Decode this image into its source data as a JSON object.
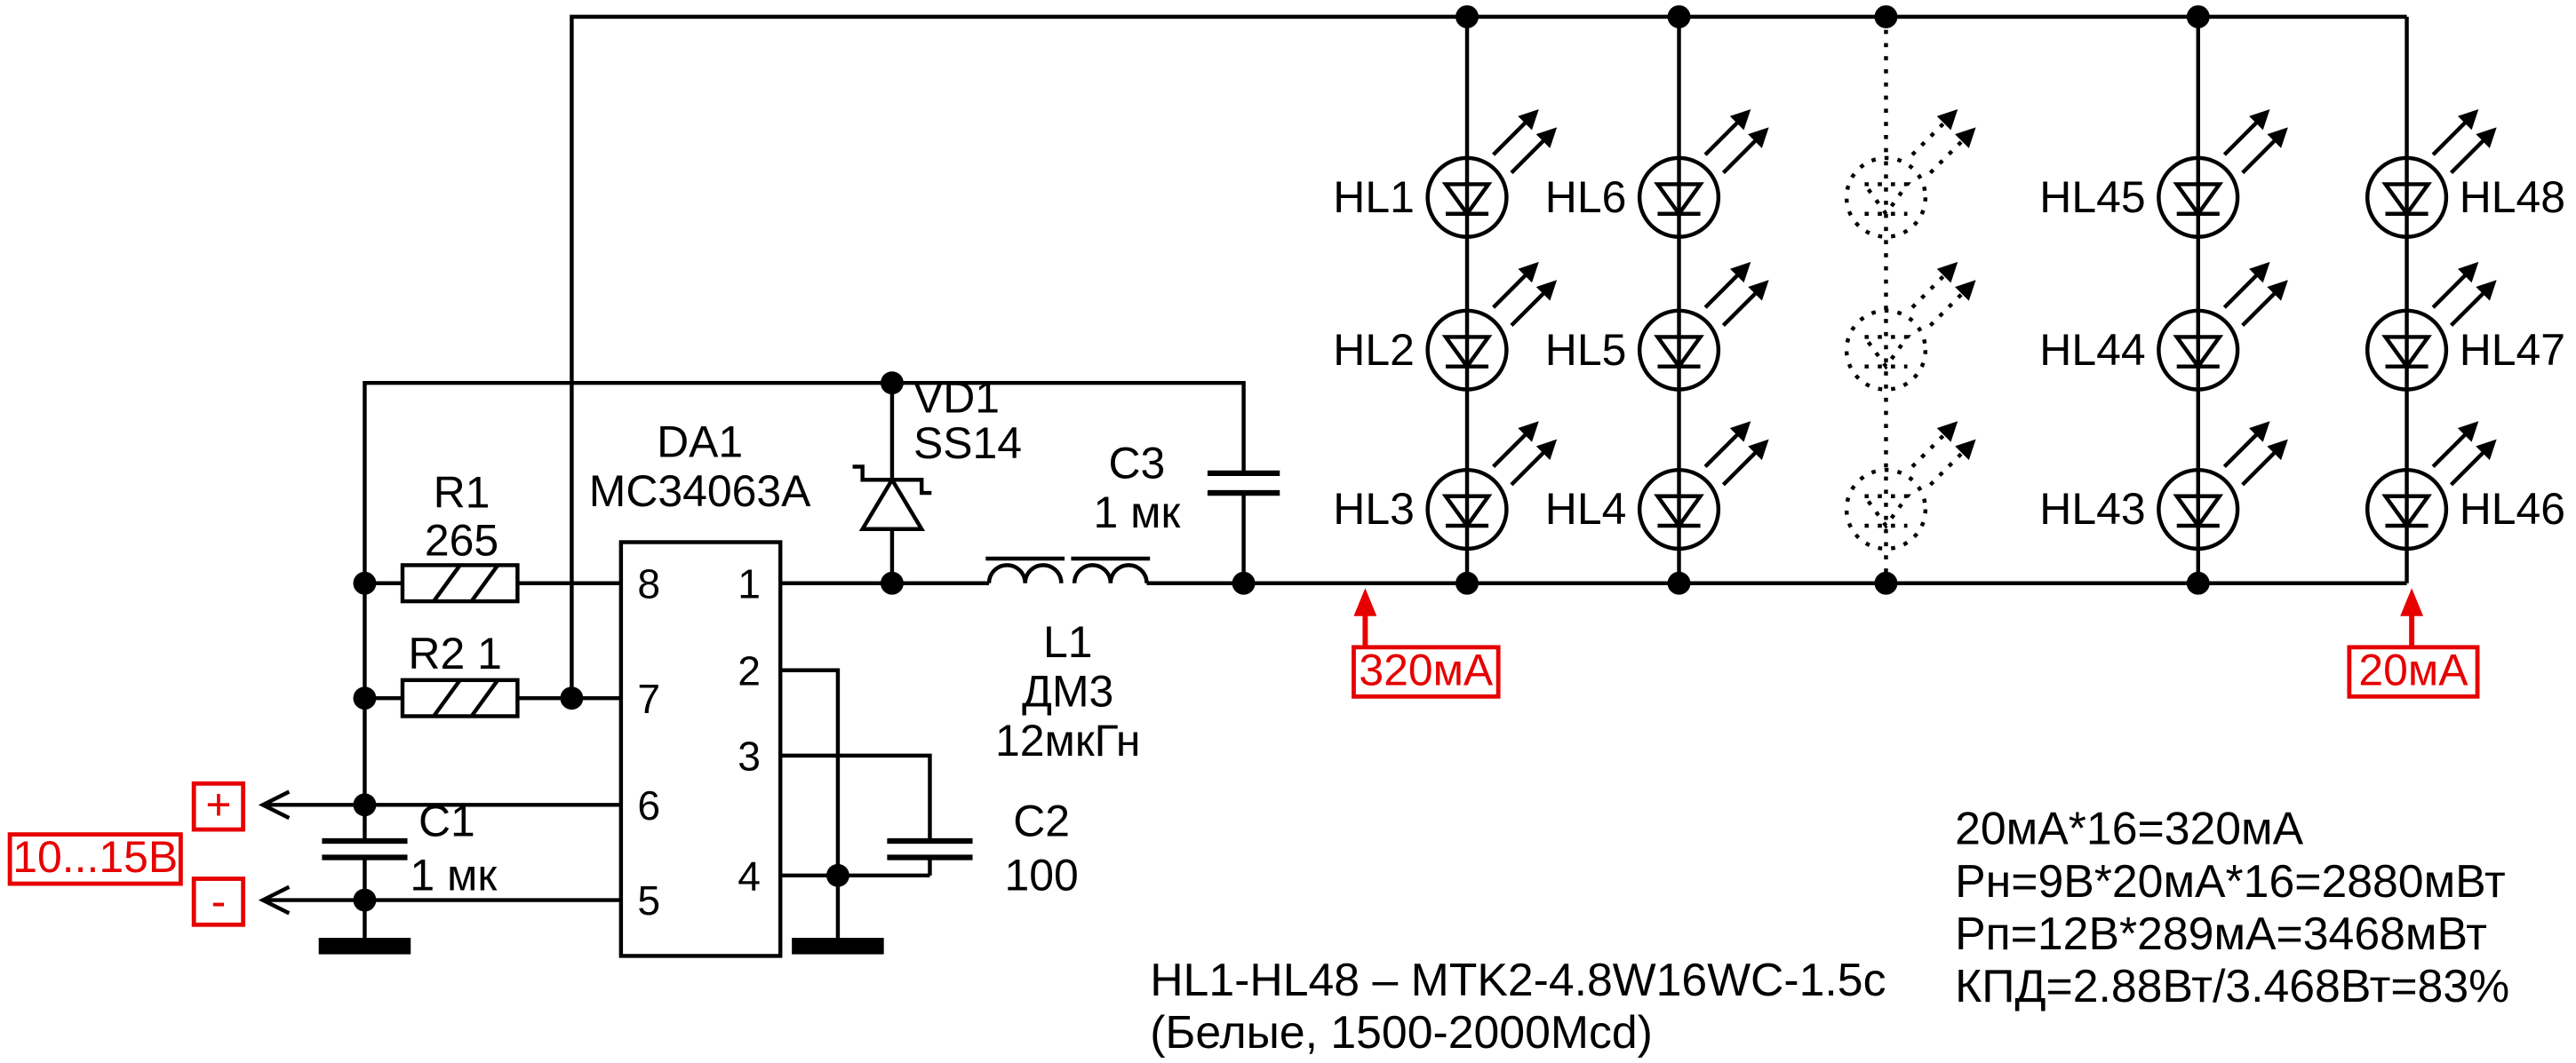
{
  "colors": {
    "line": "#000000",
    "annotation_red": "#e60000",
    "background": "#ffffff"
  },
  "power": {
    "voltage": "10...15В",
    "plus": "+",
    "minus": "-"
  },
  "components": {
    "r1": {
      "ref": "R1",
      "value": "265"
    },
    "r2": {
      "label": "R2 1"
    },
    "da1": {
      "ref": "DA1",
      "part": "MC34063A",
      "pins_left": [
        "8",
        "7",
        "6",
        "5"
      ],
      "pins_right": [
        "1",
        "2",
        "3",
        "4"
      ]
    },
    "vd1": {
      "ref": "VD1",
      "part": "SS14"
    },
    "c1": {
      "ref": "C1",
      "value": "1 мк"
    },
    "c2": {
      "ref": "C2",
      "value": "100"
    },
    "c3": {
      "ref": "C3",
      "value": "1 мк"
    },
    "l1": {
      "ref": "L1",
      "part": "ДМ3",
      "value": "12мкГн"
    }
  },
  "leds": {
    "string1": [
      "HL1",
      "HL2",
      "HL3"
    ],
    "string2": [
      "HL6",
      "HL5",
      "HL4"
    ],
    "string4": [
      "HL45",
      "HL44",
      "HL43"
    ],
    "string5": [
      "HL48",
      "HL47",
      "HL46"
    ]
  },
  "annotations": {
    "total_current": "320мА",
    "led_current": "20мА"
  },
  "notes": {
    "part_line1": "HL1-HL48 – MTK2-4.8W16WC-1.5c",
    "part_line2": "(Белые, 1500-2000Mcd)",
    "calc1": "20мА*16=320мА",
    "calc2": "Рн=9В*20мА*16=2880мВт",
    "calc3": "Рп=12В*289мА=3468мВт",
    "calc4": "КПД=2.88Вт/3.468Вт=83%"
  }
}
